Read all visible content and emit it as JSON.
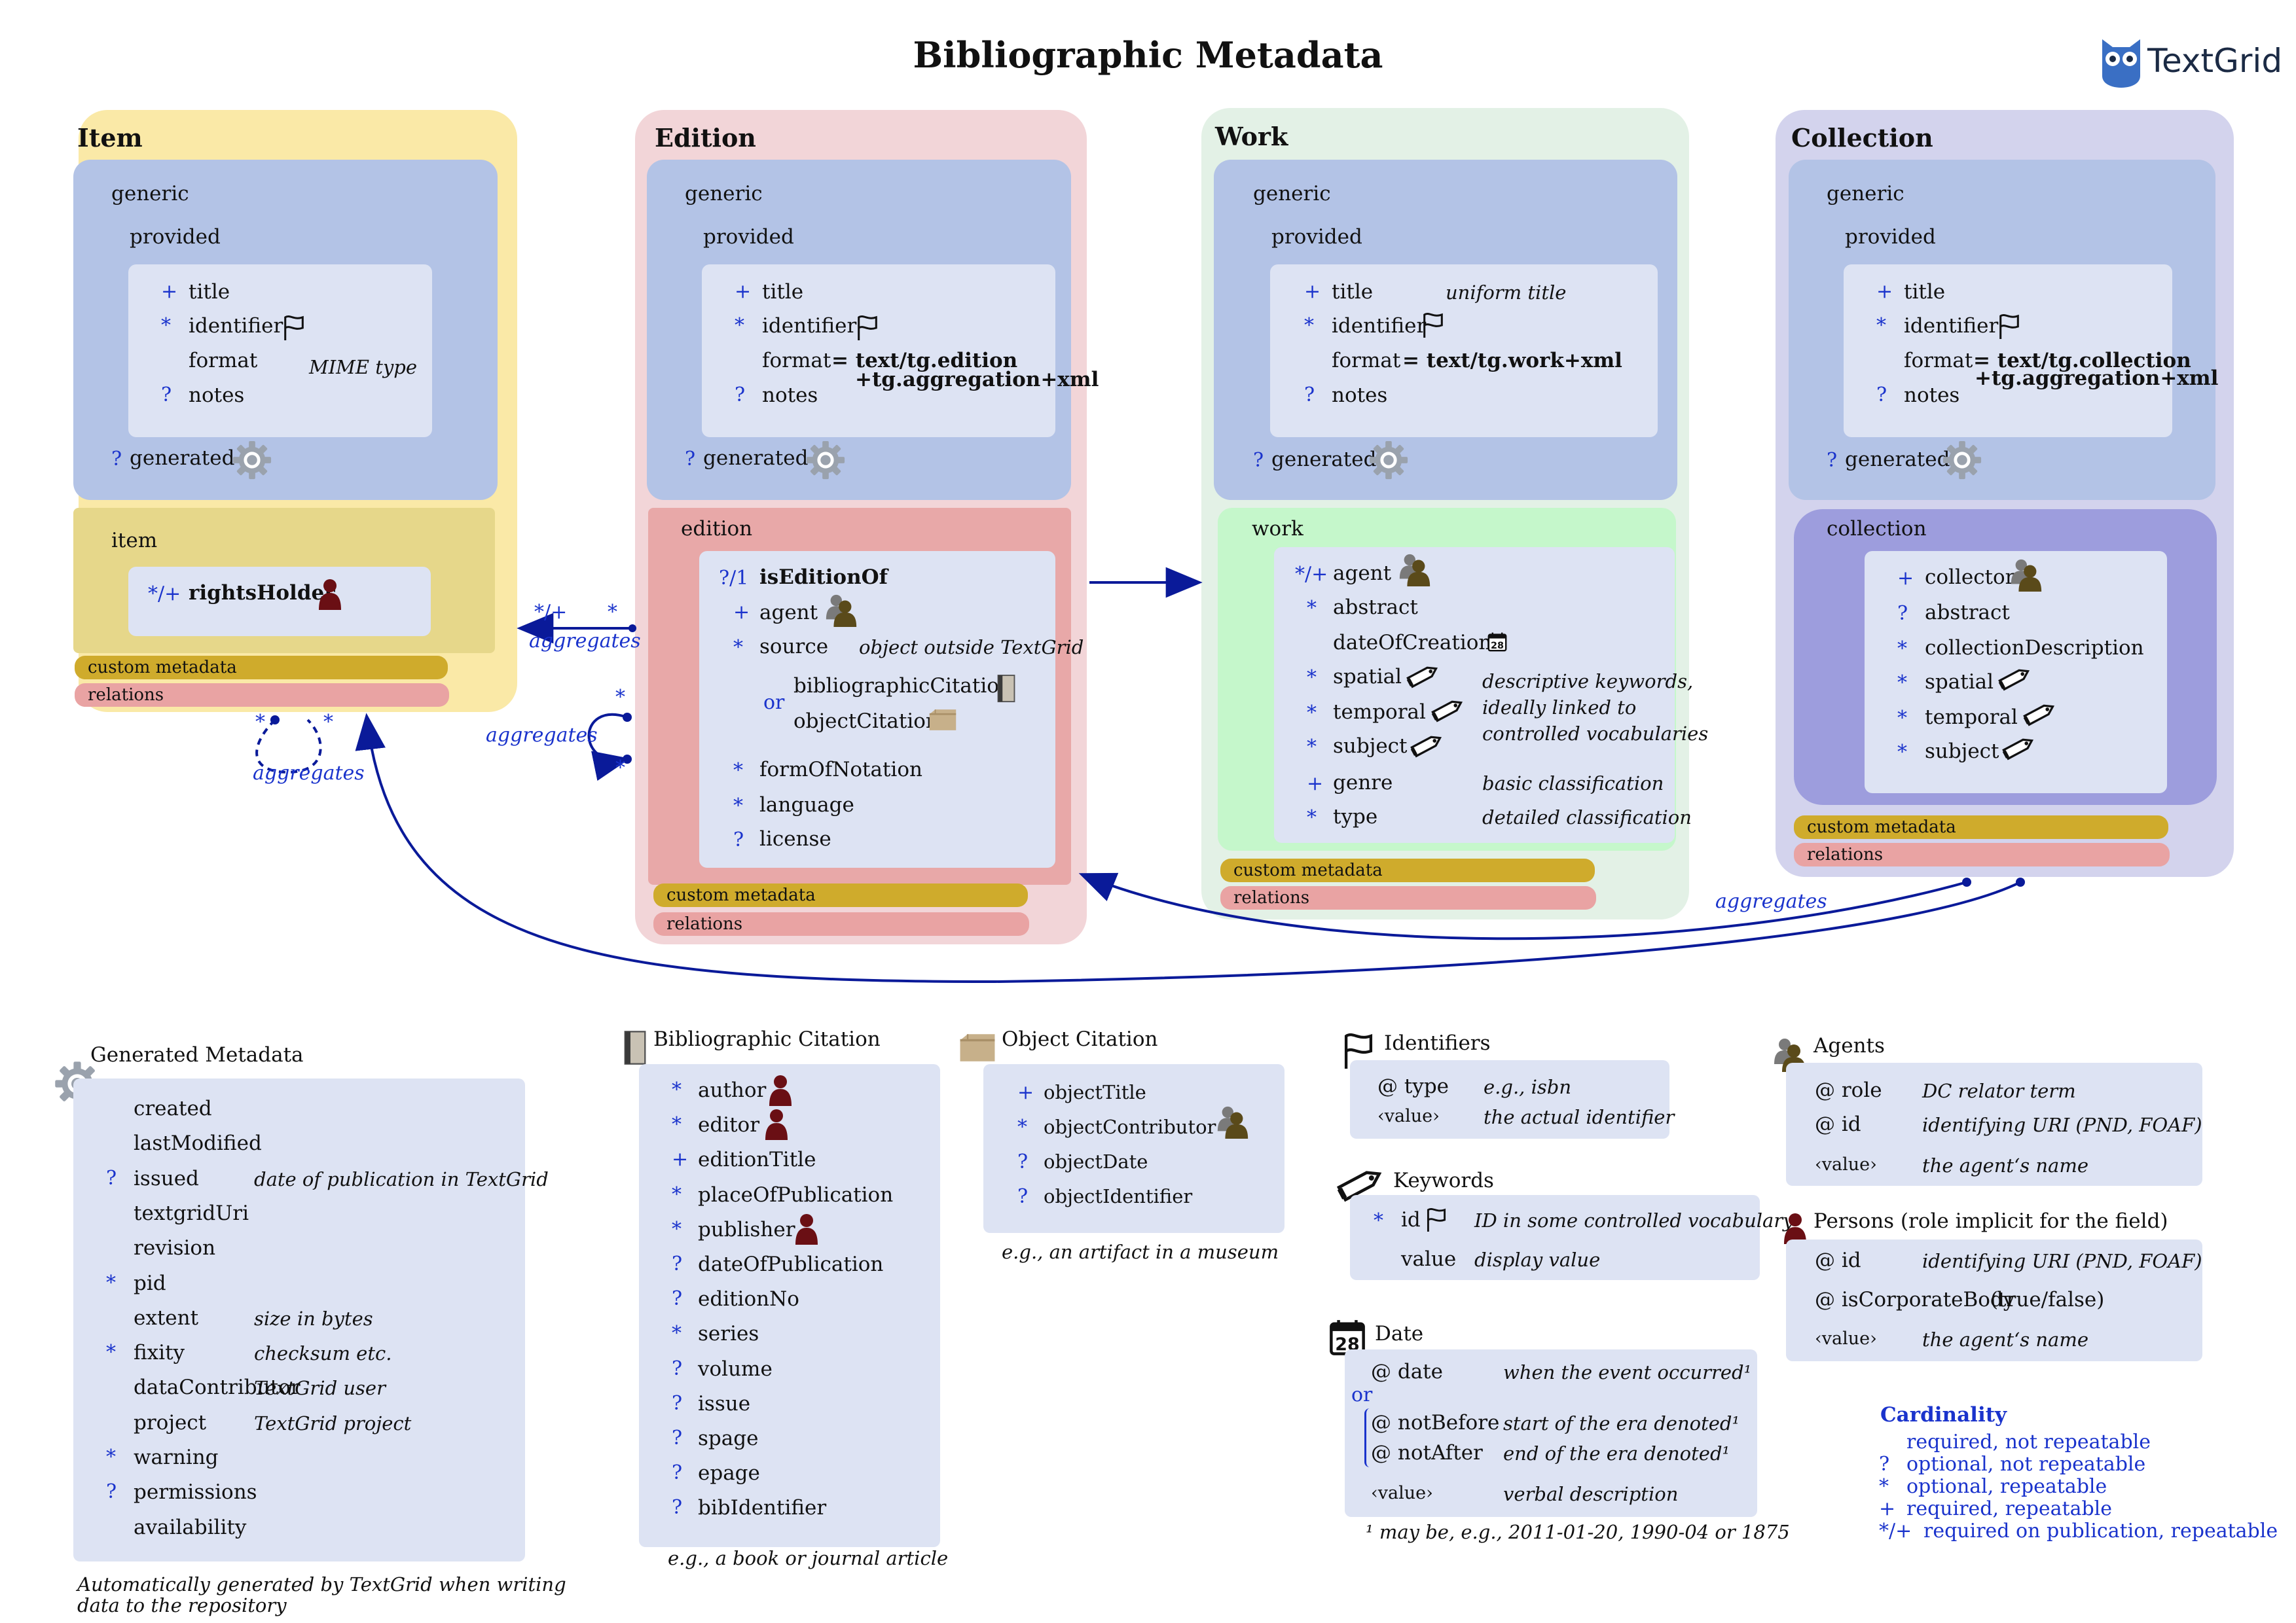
{
  "title": "Bibliographic Metadata",
  "logo": {
    "text": "TextGrid"
  },
  "colors": {
    "accent": "#1a33cc",
    "item": "#fae9a7",
    "edition": "#f2d5d8",
    "work": "#e3f1e6",
    "collection": "#d3d3ed",
    "generic": "#b3c3e6",
    "inner": "#dde3f3",
    "custom": "#cfab2c",
    "relations": "#e9a3a3"
  },
  "common": {
    "generic": "generic",
    "provided": "provided",
    "title": "title",
    "identifier": "identifier",
    "format": "format",
    "notes": "notes",
    "generated": "generated",
    "custom_metadata": "custom metadata",
    "relations": "relations",
    "aggregates": "aggregates",
    "plus": "+",
    "star": "*",
    "q": "?",
    "or": "or"
  },
  "item": {
    "name": "Item",
    "mime": "MIME type",
    "section": "item",
    "rights_sym": "*/+",
    "rights": "rightsHolder"
  },
  "edition": {
    "name": "Edition",
    "format_value": "= text/tg.edition",
    "format_value2": "+tg.aggregation+xml",
    "section": "edition",
    "is_edition_sym": "?/1",
    "is_edition": "isEditionOf",
    "agent": "agent",
    "source": "source",
    "source_note": "object outside TextGrid",
    "bib_citation": "bibliographicCitation",
    "obj_citation": "objectCitation",
    "form": "formOfNotation",
    "language": "language",
    "license": "license"
  },
  "work": {
    "name": "Work",
    "title_note": "uniform title",
    "format_value": "= text/tg.work+xml",
    "section": "work",
    "agent_sym": "*/+",
    "agent": "agent",
    "abstract": "abstract",
    "date": "dateOfCreation",
    "spatial": "spatial",
    "temporal": "temporal",
    "subject": "subject",
    "kw_note1": "descriptive keywords,",
    "kw_note2": "ideally linked to",
    "kw_note3": "controlled vocabularies",
    "genre": "genre",
    "genre_note": "basic classification",
    "type": "type",
    "type_note": "detailed classification"
  },
  "collection": {
    "name": "Collection",
    "format_value": "= text/tg.collection",
    "format_value2": "+tg.aggregation+xml",
    "section": "collection",
    "collector": "collector",
    "abstract": "abstract",
    "description": "collectionDescription",
    "spatial": "spatial",
    "temporal": "temporal",
    "subject": "subject"
  },
  "arrows": {
    "star_plus": "*/+",
    "star": "*"
  },
  "generated_metadata": {
    "heading": "Generated Metadata",
    "rows": [
      {
        "sym": "",
        "name": "created",
        "note": ""
      },
      {
        "sym": "",
        "name": "lastModified",
        "note": ""
      },
      {
        "sym": "?",
        "name": "issued",
        "note": "date of publication in TextGrid"
      },
      {
        "sym": "",
        "name": "textgridUri",
        "note": ""
      },
      {
        "sym": "",
        "name": "revision",
        "note": ""
      },
      {
        "sym": "*",
        "name": "pid",
        "note": ""
      },
      {
        "sym": "",
        "name": "extent",
        "note": "size in bytes"
      },
      {
        "sym": "*",
        "name": "fixity",
        "note": "checksum etc."
      },
      {
        "sym": "",
        "name": "dataContributor",
        "note": "TextGrid user"
      },
      {
        "sym": "",
        "name": "project",
        "note": "TextGrid project"
      },
      {
        "sym": "*",
        "name": "warning",
        "note": ""
      },
      {
        "sym": "?",
        "name": "permissions",
        "note": ""
      },
      {
        "sym": "",
        "name": "availability",
        "note": ""
      }
    ],
    "caption1": "Automatically generated by TextGrid when writing",
    "caption2": "data to the repository"
  },
  "bibliographic_citation": {
    "heading": "Bibliographic Citation",
    "rows": [
      {
        "sym": "*",
        "name": "author"
      },
      {
        "sym": "*",
        "name": "editor"
      },
      {
        "sym": "+",
        "name": "editionTitle"
      },
      {
        "sym": "*",
        "name": "placeOfPublication"
      },
      {
        "sym": "*",
        "name": "publisher"
      },
      {
        "sym": "?",
        "name": "dateOfPublication"
      },
      {
        "sym": "?",
        "name": "editionNo"
      },
      {
        "sym": "*",
        "name": "series"
      },
      {
        "sym": "?",
        "name": "volume"
      },
      {
        "sym": "?",
        "name": "issue"
      },
      {
        "sym": "?",
        "name": "spage"
      },
      {
        "sym": "?",
        "name": "epage"
      },
      {
        "sym": "?",
        "name": "bibIdentifier"
      }
    ],
    "caption": "e.g., a book or journal article"
  },
  "object_citation": {
    "heading": "Object Citation",
    "rows": [
      {
        "sym": "+",
        "name": "objectTitle"
      },
      {
        "sym": "*",
        "name": "objectContributor"
      },
      {
        "sym": "?",
        "name": "objectDate"
      },
      {
        "sym": "?",
        "name": "objectIdentifier"
      }
    ],
    "caption": "e.g., an artifact in a museum"
  },
  "identifiers": {
    "heading": "Identifiers",
    "type": "@ type",
    "type_note": "e.g., isbn",
    "value": "‹value›",
    "value_note": "the actual identifier"
  },
  "keywords": {
    "heading": "Keywords",
    "id_sym": "*",
    "id": "id",
    "id_note": "ID in some controlled vocabulary",
    "value": "value",
    "value_note": "display value"
  },
  "date": {
    "heading": "Date",
    "cal_num": "28",
    "date": "@ date",
    "date_note": "when the event occurred¹",
    "or": "or",
    "not_before": "@ notBefore",
    "not_before_note": "start of the era denoted¹",
    "not_after": "@ notAfter",
    "not_after_note": "end of the era denoted¹",
    "value": "‹value›",
    "value_note": "verbal description",
    "footnote": "¹ may be, e.g., 2011-01-20, 1990-04 or 1875"
  },
  "agents": {
    "heading": "Agents",
    "role": "@ role",
    "role_note": "DC relator term",
    "id": "@ id",
    "id_note": "identifying URI (PND, FOAF)",
    "value": "‹value›",
    "value_note": "the agent‘s name"
  },
  "persons": {
    "heading": "Persons (role implicit for the field)",
    "id": "@ id",
    "id_note": "identifying URI (PND, FOAF)",
    "corp": "@ isCorporateBody",
    "corp_note": "(true/false)",
    "value": "‹value›",
    "value_note": "the agent‘s name"
  },
  "cardinality": {
    "heading": "Cardinality",
    "rows": [
      {
        "sym": "",
        "text": "required, not repeatable"
      },
      {
        "sym": "?",
        "text": "optional, not repeatable"
      },
      {
        "sym": "*",
        "text": "optional, repeatable"
      },
      {
        "sym": "+",
        "text": "required, repeatable"
      },
      {
        "sym": "*/+",
        "text": "required on publication, repeatable"
      }
    ]
  }
}
